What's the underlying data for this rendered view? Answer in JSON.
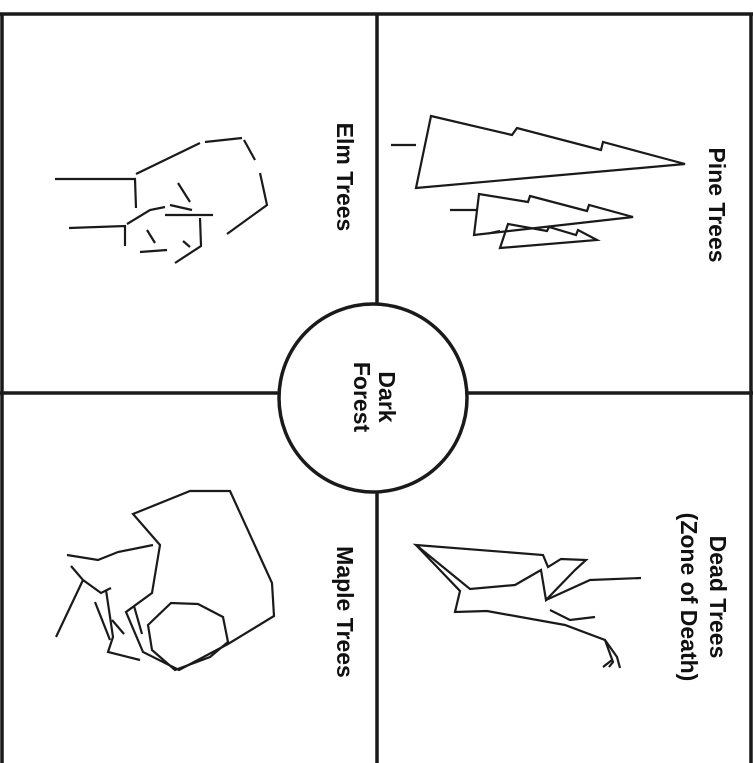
{
  "center": {
    "line1": "Dark",
    "line2": "Forest"
  },
  "quadrants": {
    "top_left": {
      "label": "Elm Trees"
    },
    "top_right": {
      "label": "Pine Trees"
    },
    "bottom_left": {
      "label": "Maple Trees"
    },
    "bottom_right": {
      "line1": "Dead Trees",
      "line2": "(Zone of Death)"
    }
  }
}
